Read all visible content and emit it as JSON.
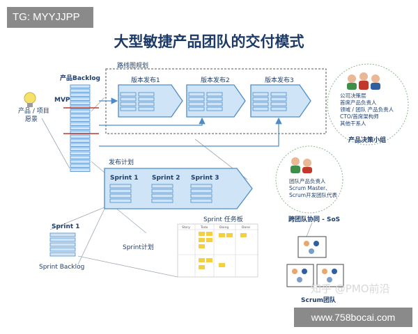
{
  "corner_tag": "TG: MYYJJPP",
  "title": "大型敏捷产品团队的交付模式",
  "product_backlog_label": "产品Backlog",
  "mvp_label": "MVP",
  "vision_label_line1": "产品 / 项目",
  "vision_label_line2": "愿景",
  "roadmap_label": "路线图规划",
  "releases": [
    "版本发布1",
    "版本发布2",
    "版本发布3"
  ],
  "release_plan_label": "发布计划",
  "sprints": [
    "Sprint 1",
    "Sprint 2",
    "Sprint 3"
  ],
  "sprint_backlog_top_label": "Sprint 1",
  "sprint_backlog_label": "Sprint Backlog",
  "sprint_plan_label": "Sprint计划",
  "task_board_label": "Sprint 任务板",
  "task_board_columns": [
    "Story",
    "Todo",
    "Doing",
    "Done"
  ],
  "decision_roles": [
    "公司决策层",
    "首席产品负责人",
    "领域 / 团队 产品负责人",
    "CTO/首席架构师",
    "其他干系人"
  ],
  "decision_group_label": "产品决策小组",
  "sos_roles": [
    "团队产品负责人",
    "Scrum Master、",
    "Scrum开发团队代表"
  ],
  "sos_label": "跨团队协同 - SoS",
  "scrum_team_label": "Scrum团队",
  "watermark": "知乎 @PMO前沿",
  "site_label": "www.758bocai.com",
  "colors": {
    "box_fill": "#cfe4f7",
    "box_stroke": "#4d8cc8",
    "bar_fill": "#5b9bd5",
    "divider_red": "#c0392b",
    "title": "#1b3a68"
  }
}
